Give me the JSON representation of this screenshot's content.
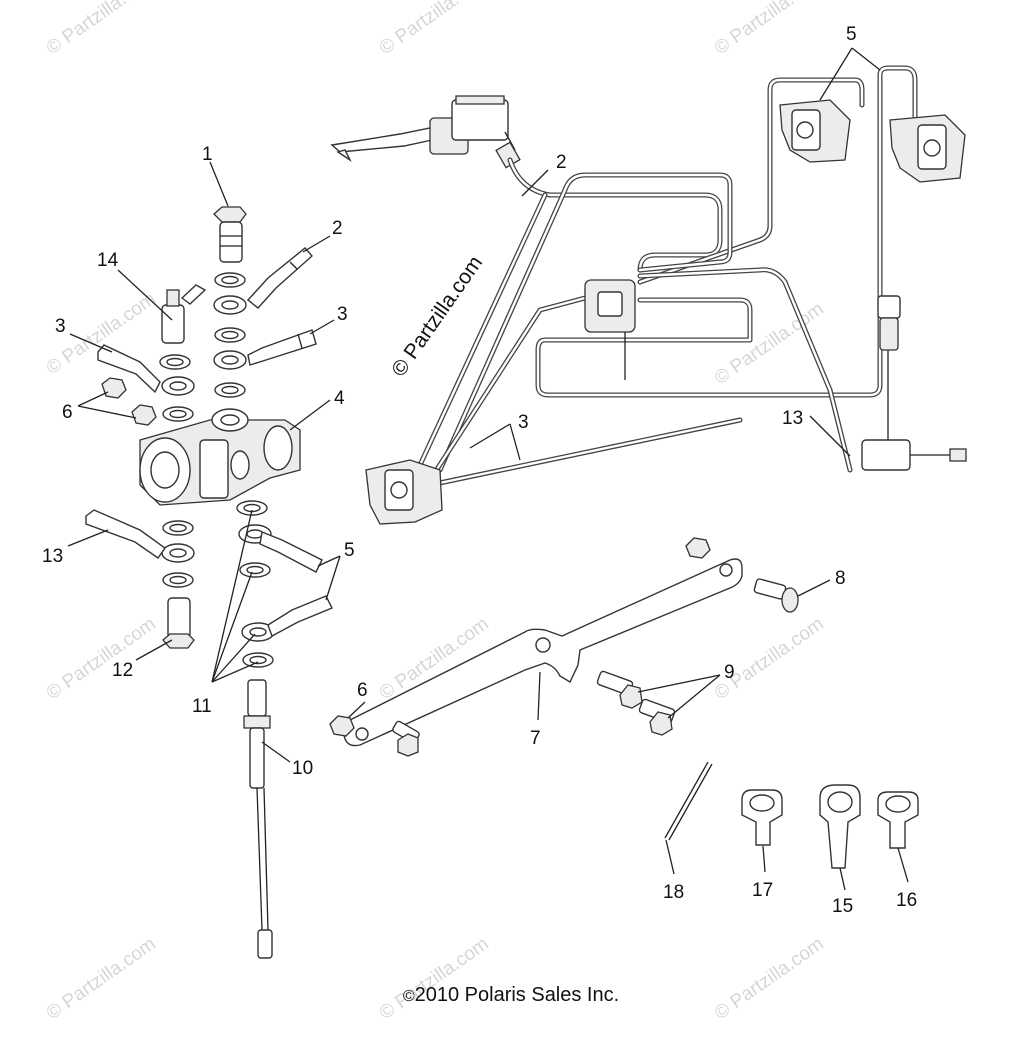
{
  "watermark_text": "© Partzilla.com",
  "brand_text": "© Partzilla.com",
  "copyright": "2010 Polaris Sales Inc.",
  "copyright_symbol": "©",
  "callouts": {
    "c1": "1",
    "c2a": "2",
    "c2b": "2",
    "c3a": "3",
    "c3b": "3",
    "c3c": "3",
    "c4": "4",
    "c5a": "5",
    "c5b": "5",
    "c6a": "6",
    "c6b": "6",
    "c7": "7",
    "c8": "8",
    "c9": "9",
    "c10": "10",
    "c11": "11",
    "c12": "12",
    "c13a": "13",
    "c13b": "13",
    "c14": "14",
    "c15": "15",
    "c16": "16",
    "c17": "17",
    "c18": "18"
  }
}
